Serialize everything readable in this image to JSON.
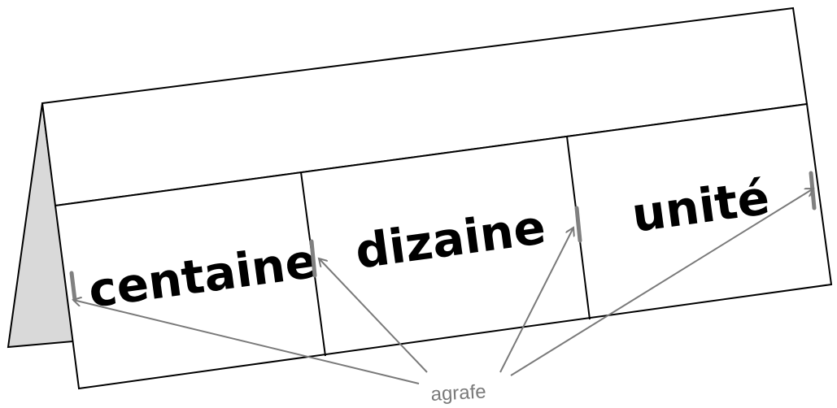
{
  "labels": {
    "hundreds": "centaine",
    "tens": "dizaine",
    "units": "unité"
  },
  "callout": "agrafe",
  "colors": {
    "outline": "#000000",
    "side_fill": "#d9d9d9",
    "card_fill": "#ffffff",
    "staple": "#808080",
    "arrow": "#7a7a7a"
  }
}
